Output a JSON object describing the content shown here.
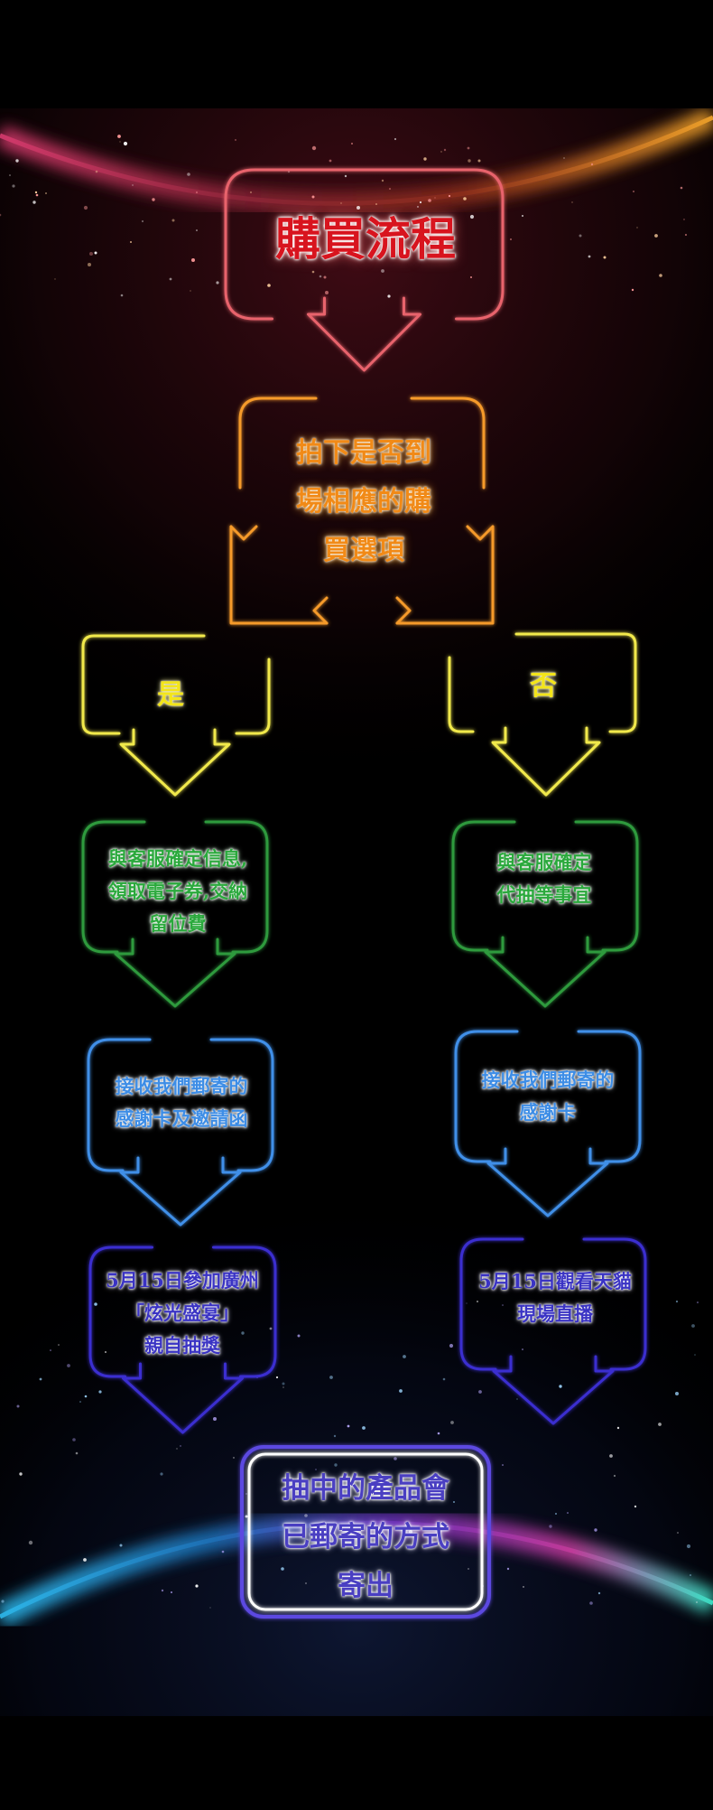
{
  "diagram": {
    "title": "購買流程",
    "question": [
      "拍下是否到",
      "場相應的購",
      "買選項"
    ],
    "yes": "是",
    "no": "否",
    "yes_branch": {
      "step1": [
        "與客服確定信息,",
        "領取電子券,交納",
        "留位費"
      ],
      "step2": [
        "接收我們郵寄的",
        "感謝卡及邀請函"
      ],
      "step3": [
        "5月15日參加廣州",
        "「炫光盛宴」",
        "親自抽獎"
      ]
    },
    "no_branch": {
      "step1": [
        "與客服確定",
        "代抽等事宜"
      ],
      "step2": [
        "接收我們郵寄的",
        "感謝卡"
      ],
      "step3": [
        "5月15日觀看天貓",
        "現場直播"
      ]
    },
    "final": [
      "抽中的產品會",
      "已郵寄的方式",
      "寄出"
    ]
  },
  "colors": {
    "title": "#e8636c",
    "question": "#f59a2c",
    "decision": "#f1e94c",
    "green": "#2f9a3e",
    "blue": "#3f8fe8",
    "purple": "#3b2fd0",
    "final": "#5b48e0"
  }
}
